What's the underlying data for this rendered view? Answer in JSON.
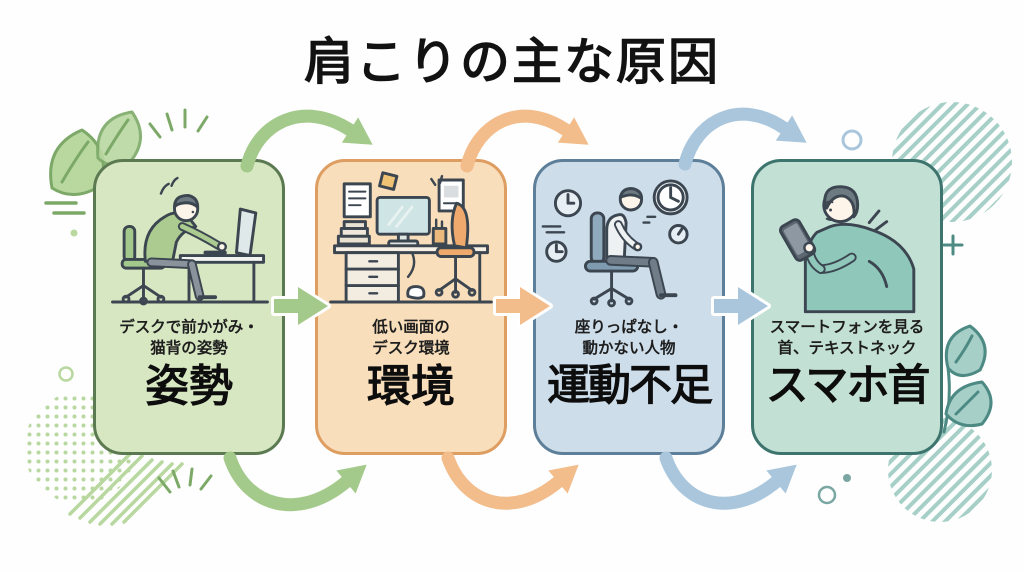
{
  "title": "肩こりの主な原因",
  "colors": {
    "title": "#121212",
    "text_dark": "#1e1e1e",
    "card1_bg": "#d7e7c2",
    "card1_border": "#5c7a52",
    "card2_bg": "#f9debb",
    "card2_border": "#de9d61",
    "card3_bg": "#cdddea",
    "card3_border": "#5d7f99",
    "card4_bg": "#c3e0d4",
    "card4_border": "#3e746e",
    "arrow_green": "#a4ca8b",
    "arrow_orange": "#f3bc8b",
    "arrow_blue": "#a9c6dd",
    "deco_green": "#7ca968",
    "deco_green_light": "#b9d8a0",
    "deco_teal": "#4d8a84",
    "deco_teal_light": "#a6cfc8"
  },
  "cards": [
    {
      "id": "posture",
      "illustration": "person-hunched-at-desk",
      "caption1": "デスクで前かがみ・",
      "caption2": "猫背の姿勢",
      "label": "姿勢"
    },
    {
      "id": "environment",
      "illustration": "cluttered-desk-with-low-monitor",
      "caption1": "低い画面の",
      "caption2": "デスク環境",
      "label": "環境"
    },
    {
      "id": "lack-of-exercise",
      "illustration": "person-sitting-on-office-chair-with-clocks",
      "caption1": "座りっぱなし・",
      "caption2": "動かない人物",
      "label": "運動不足"
    },
    {
      "id": "smartphone-neck",
      "illustration": "person-looking-down-at-smartphone",
      "caption1": "スマートフォンを見る",
      "caption2": "首、テキストネック",
      "label": "スマホ首"
    }
  ],
  "flow": {
    "direction": "left-to-right",
    "connections": [
      {
        "from": "姿勢",
        "to": "環境",
        "arrows": [
          "top-arc",
          "middle",
          "bottom-arc"
        ],
        "color": "green"
      },
      {
        "from": "環境",
        "to": "運動不足",
        "arrows": [
          "top-arc",
          "middle",
          "bottom-arc"
        ],
        "color": "orange"
      },
      {
        "from": "運動不足",
        "to": "スマホ首",
        "arrows": [
          "top-arc",
          "middle",
          "bottom-arc"
        ],
        "color": "blue"
      }
    ]
  },
  "decorations": [
    "green-leaves-top-left",
    "green-sparkle-marks",
    "green-dash-lines",
    "green-halftone-dots",
    "green-diagonal-stripes",
    "teal-striped-circles",
    "teal-leaves-bottom-right",
    "plus-sign",
    "small-circles-and-dots"
  ]
}
